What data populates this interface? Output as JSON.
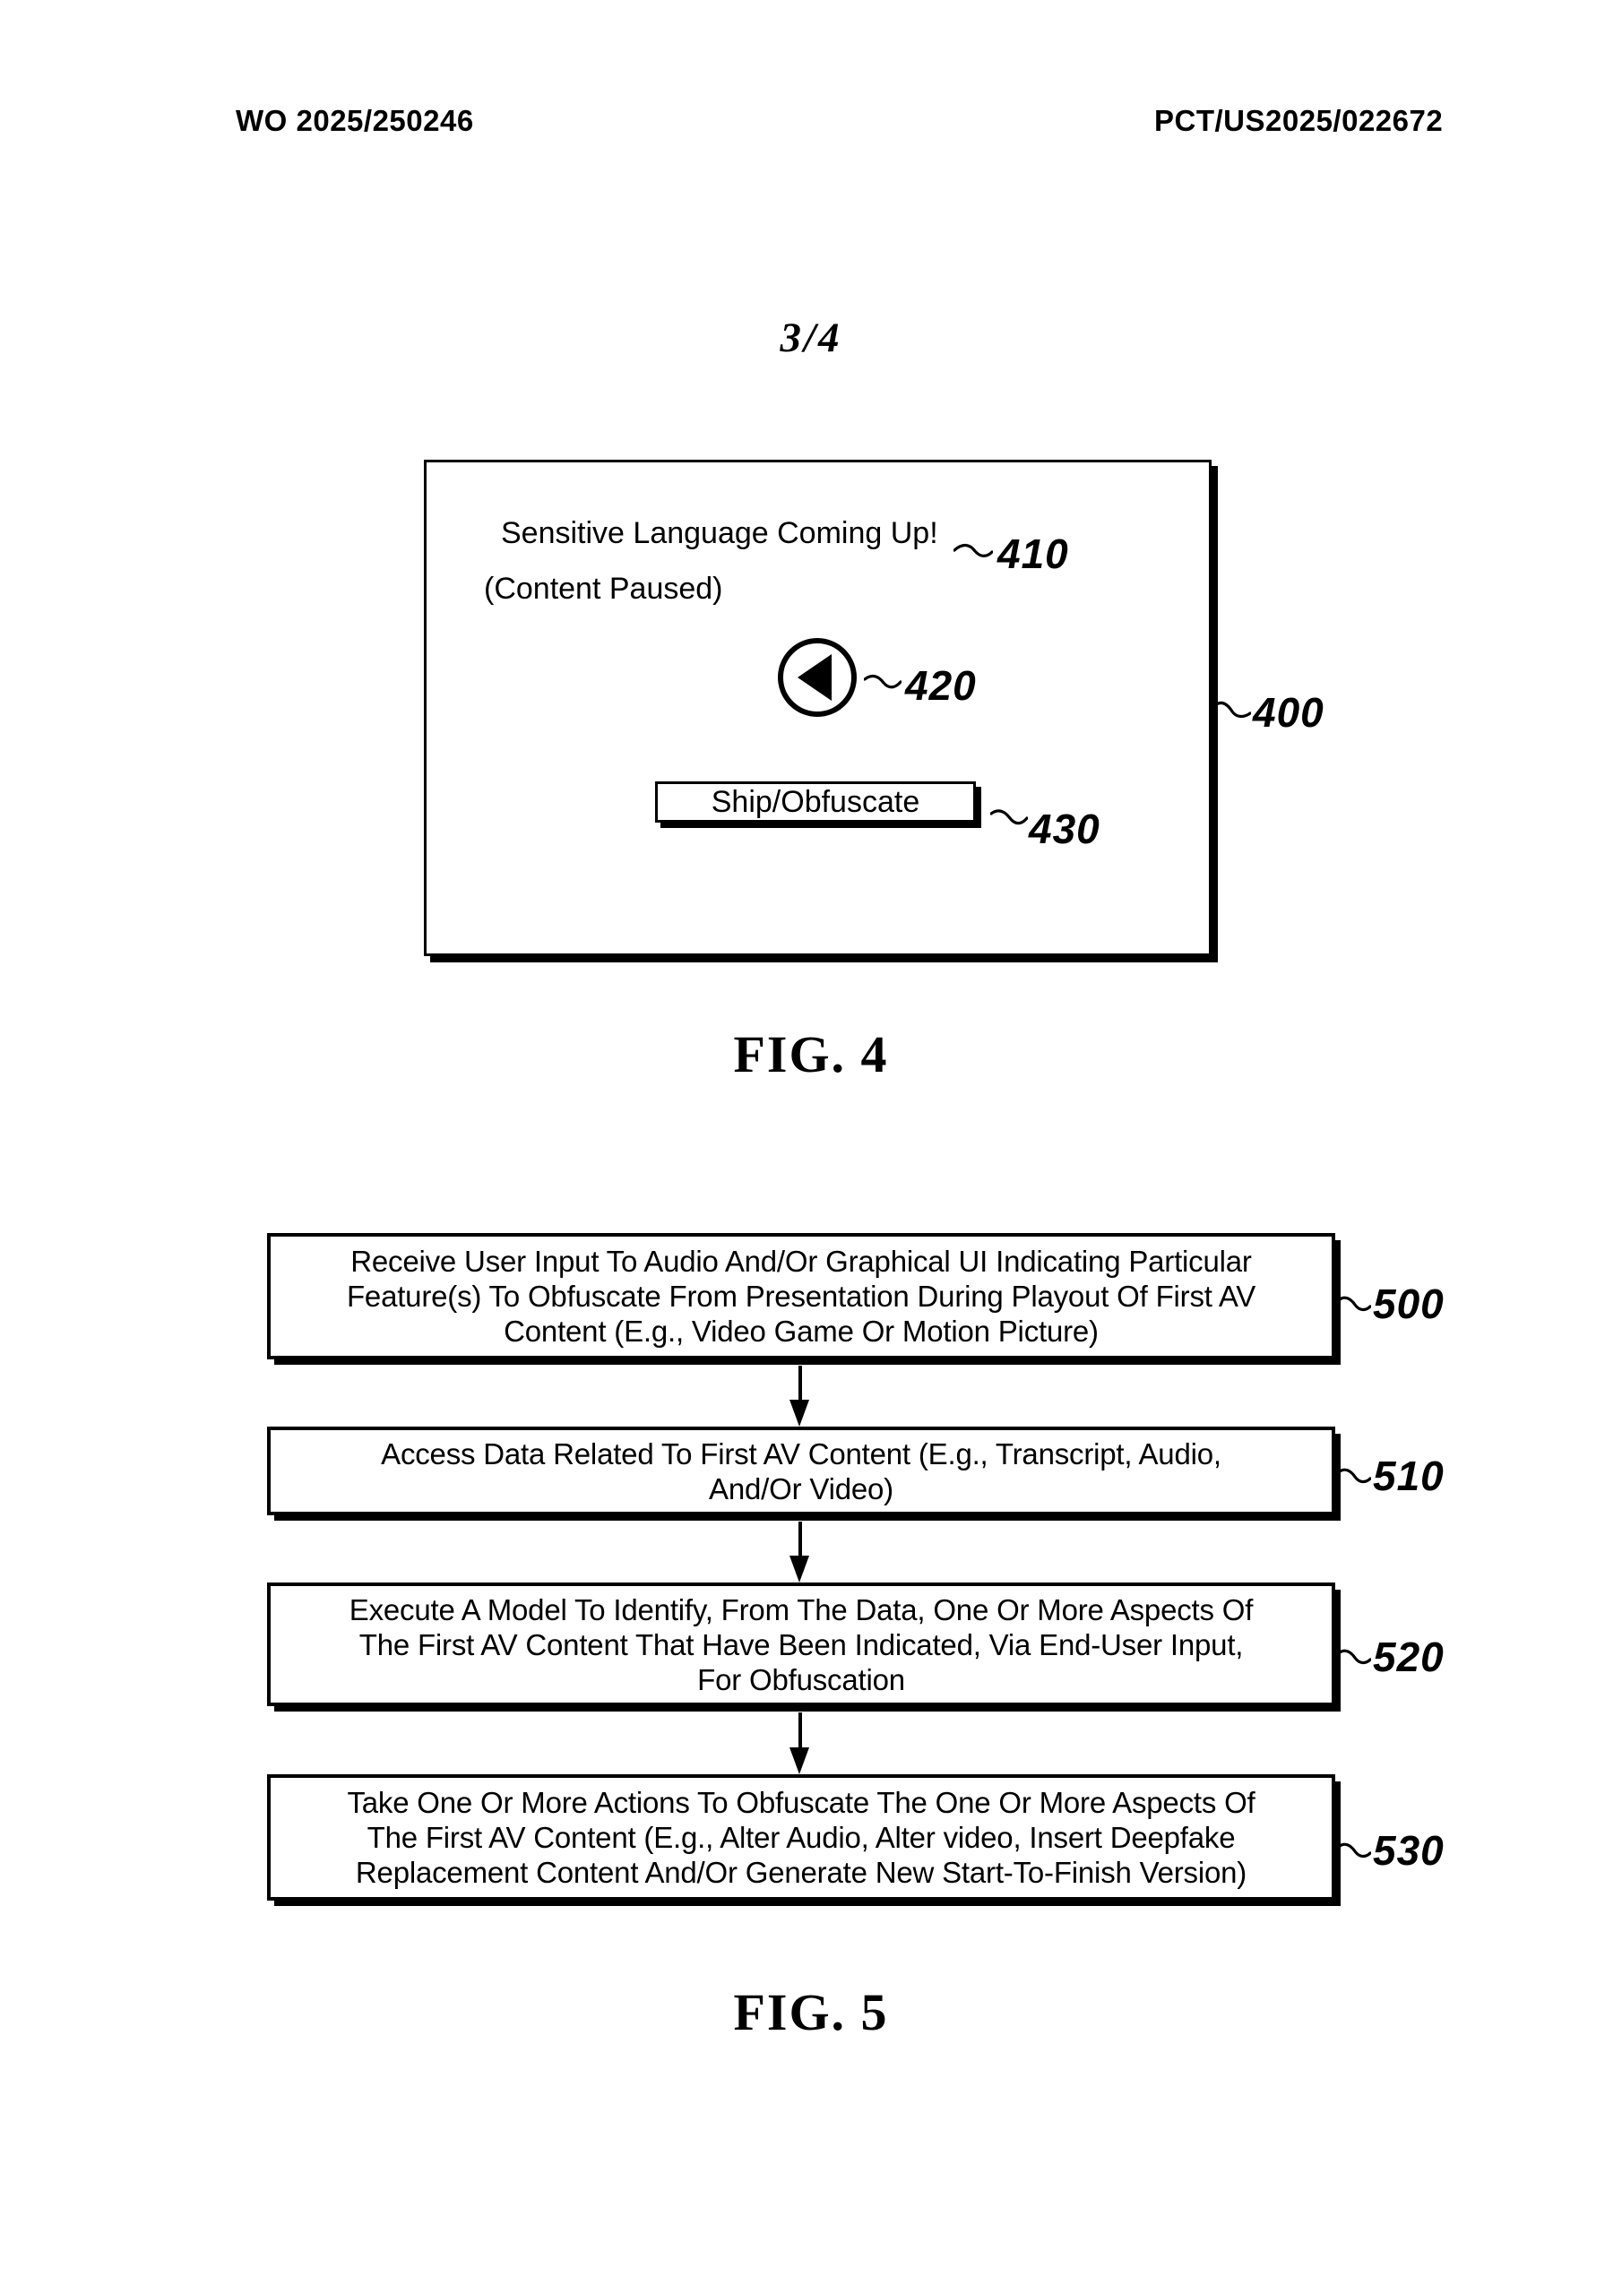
{
  "header": {
    "doc_number_left": "WO 2025/250246",
    "doc_number_right": "PCT/US2025/022672"
  },
  "page_label": "3/4",
  "fig4": {
    "caption": "FIG. 4",
    "ref_label": "400",
    "alert_line1": "Sensitive Language Coming Up!",
    "alert_line2": "(Content Paused)",
    "alert_ref": "410",
    "rewind_ref": "420",
    "button_label": "Ship/Obfuscate",
    "button_ref": "430"
  },
  "fig5": {
    "caption": "FIG. 5",
    "steps": [
      {
        "ref": "500",
        "lines": [
          "Receive User Input To Audio And/Or Graphical UI Indicating Particular",
          "Feature(s) To Obfuscate From Presentation During Playout Of First AV",
          "Content (E.g., Video Game Or Motion Picture)"
        ]
      },
      {
        "ref": "510",
        "lines": [
          "Access Data Related To First AV Content (E.g., Transcript, Audio,",
          "And/Or Video)"
        ]
      },
      {
        "ref": "520",
        "lines": [
          "Execute A Model To Identify, From The Data, One Or More Aspects Of",
          "The First AV Content That Have Been Indicated, Via End-User Input,",
          "For Obfuscation"
        ]
      },
      {
        "ref": "530",
        "lines": [
          "Take One Or More Actions To Obfuscate The One Or More Aspects Of",
          "The First AV Content (E.g., Alter Audio, Alter video, Insert Deepfake",
          "Replacement Content And/Or Generate New Start-To-Finish Version)"
        ]
      }
    ]
  }
}
